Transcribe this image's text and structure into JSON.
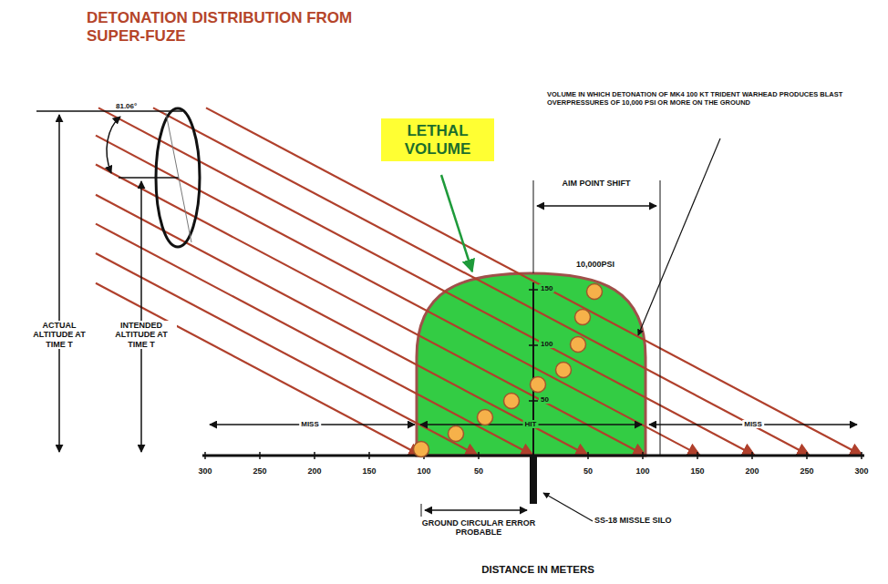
{
  "diagram": {
    "title": "DETONATION DISTRIBUTION FROM SUPER-FUZE",
    "nodes": [
      {
        "text": [
          "LETHAL VOLUME"
        ]
      }
    ],
    "labels": [
      "81.06°",
      "ACTUAL ALTITUDE AT TIME T",
      "INTENDED ALTITUDE AT TIME T",
      "VOLUME IN WHICH DETONATION OF MK4 100 KT TRIDENT WARHEAD PRODUCES BLAST OVERPRESSURES OF 10,000 PSI OR MORE ON THE GROUND",
      "AIM POINT SHIFT",
      "10,000PSI",
      "150",
      "100",
      "50",
      "MISS",
      "HIT",
      "MISS",
      "300",
      "250",
      "200",
      "150",
      "100",
      "50",
      "50",
      "100",
      "150",
      "200",
      "250",
      "300",
      "GROUND CIRCULAR ERROR PROBABLE",
      "SS-18 MISSLE SILO",
      "DISTANCE IN METERS"
    ]
  }
}
